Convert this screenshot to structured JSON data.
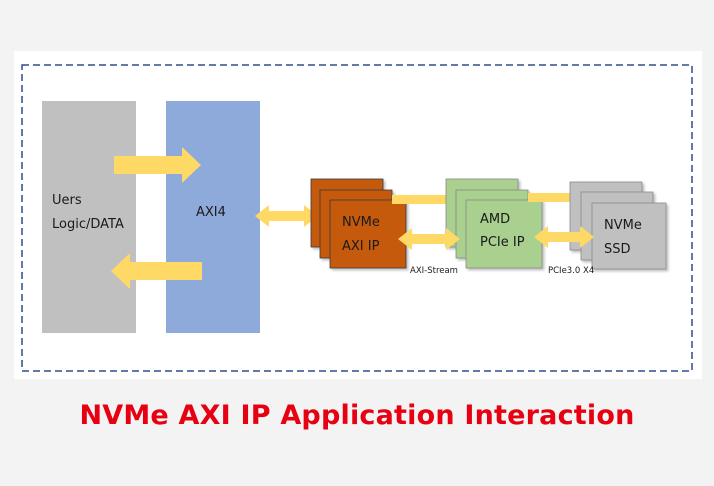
{
  "blocks": {
    "user_logic": {
      "line1": "Uers",
      "line2": "Logic/DATA"
    },
    "axi4": {
      "label": "AXI4"
    },
    "nvme_ip": {
      "line1": "NVMe",
      "line2": "AXI IP"
    },
    "amd_pcie": {
      "line1": "AMD",
      "line2": "PCIe IP"
    },
    "ssd": {
      "line1": "NVMe",
      "line2": "SSD"
    }
  },
  "links": {
    "axi_stream": "AXI-Stream",
    "pcie": "PCIe3.0 X4"
  },
  "caption": {
    "text": "NVMe AXI IP Application Interaction"
  },
  "colors": {
    "background": "#f3f3f3",
    "panel": "#ffffff",
    "dashed_border": "#2e4f8a",
    "gray_block": "#c0c0c0",
    "axi_block": "#8eaadb",
    "orange_block": "#c55a11",
    "green_block": "#a9d08e",
    "arrow": "#ffd966",
    "caption": "#e60012"
  }
}
